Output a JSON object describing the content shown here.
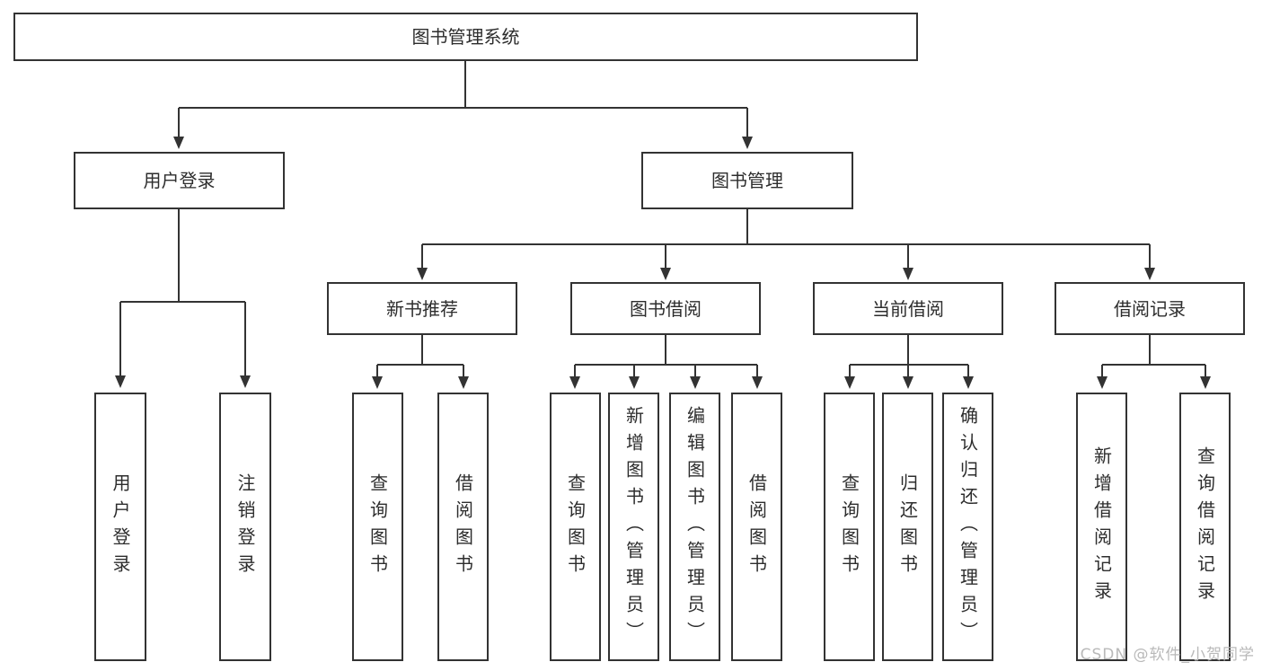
{
  "diagram": {
    "type": "tree",
    "colors": {
      "line": "#333333",
      "box_border": "#333333",
      "text": "#2d2d2d",
      "background": "#ffffff",
      "watermark": "#b9b9b9"
    },
    "watermark": "CSDN @软件_小贺同学",
    "tree": {
      "label": "图书管理系统",
      "children": [
        {
          "label": "用户登录",
          "children": [
            {
              "label": "用户登录"
            },
            {
              "label": "注销登录"
            }
          ]
        },
        {
          "label": "图书管理",
          "children": [
            {
              "label": "新书推荐",
              "children": [
                {
                  "label": "查询图书"
                },
                {
                  "label": "借阅图书"
                }
              ]
            },
            {
              "label": "图书借阅",
              "children": [
                {
                  "label": "查询图书"
                },
                {
                  "label": "新增图书（管理员）"
                },
                {
                  "label": "编辑图书（管理员）"
                },
                {
                  "label": "借阅图书"
                }
              ]
            },
            {
              "label": "当前借阅",
              "children": [
                {
                  "label": "查询图书"
                },
                {
                  "label": "归还图书"
                },
                {
                  "label": "确认归还（管理员）"
                }
              ]
            },
            {
              "label": "借阅记录",
              "children": [
                {
                  "label": "新增借阅记录"
                },
                {
                  "label": "查询借阅记录"
                }
              ]
            }
          ]
        }
      ]
    }
  }
}
